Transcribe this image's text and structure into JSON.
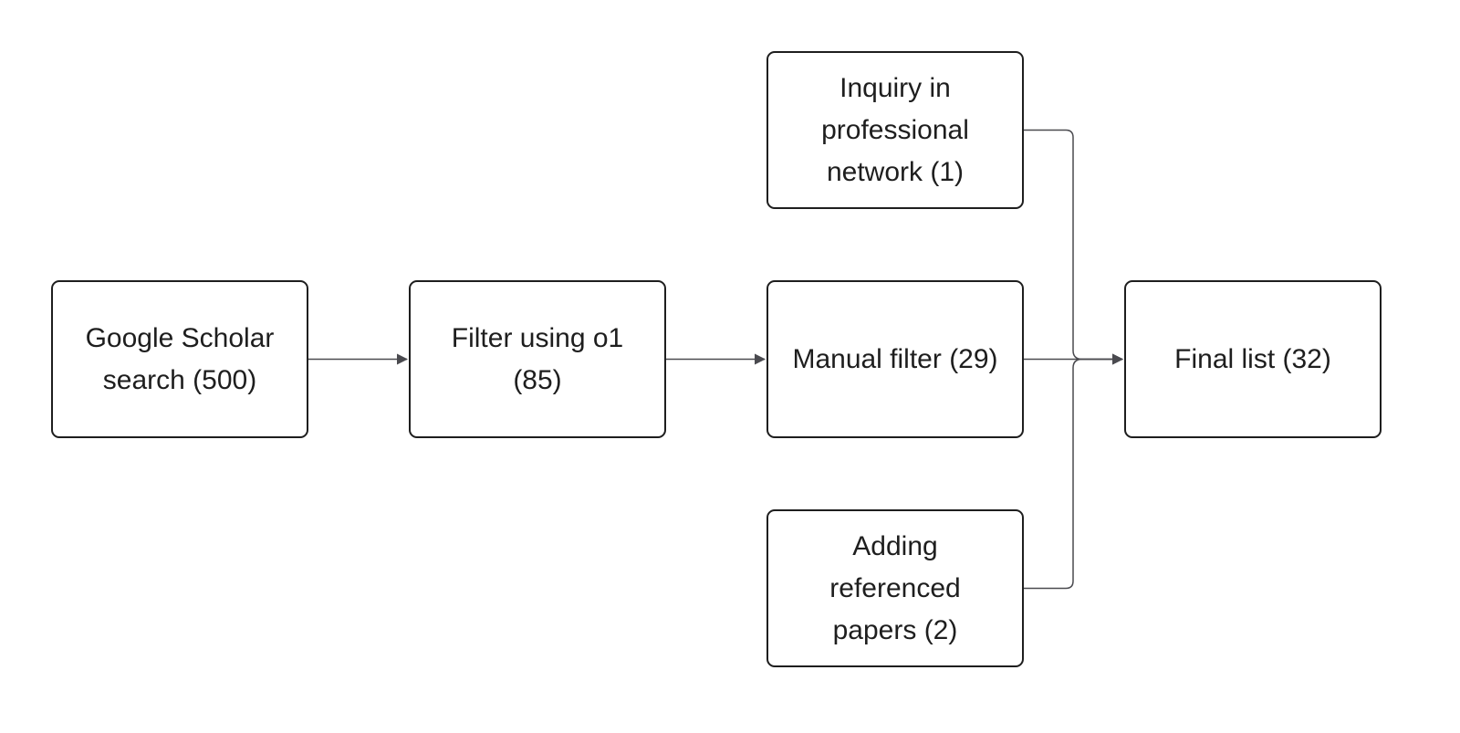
{
  "nodes": {
    "google_scholar": "Google Scholar search (500)",
    "filter_o1": "Filter using o1 (85)",
    "manual_filter": "Manual filter (29)",
    "inquiry": "Inquiry in professional network (1)",
    "referenced": "Adding referenced papers (2)",
    "final_list": "Final list (32)"
  },
  "colors": {
    "stroke": "#1e1e1e",
    "connector": "#4a4a4f",
    "background": "#ffffff"
  }
}
